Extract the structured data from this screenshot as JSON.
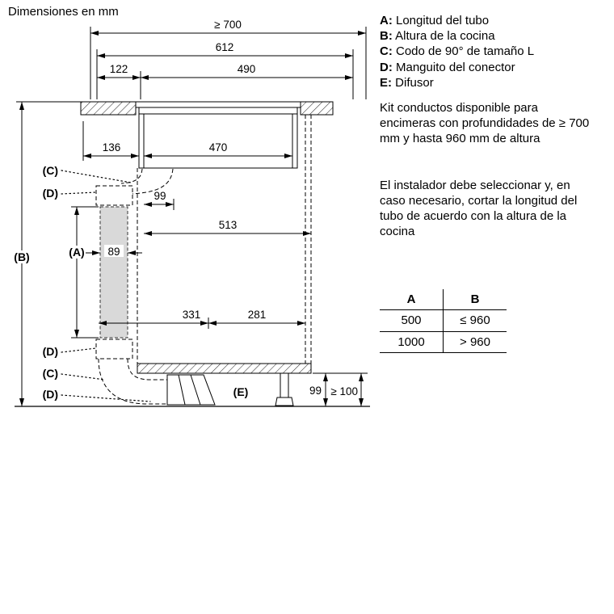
{
  "page": {
    "title": "Dimensiones en mm"
  },
  "legend": {
    "items": [
      {
        "key": "A:",
        "label": "Longitud del tubo"
      },
      {
        "key": "B:",
        "label": "Altura de la cocina"
      },
      {
        "key": "C:",
        "label": "Codo de 90° de tamaño L"
      },
      {
        "key": "D:",
        "label": "Manguito del conector"
      },
      {
        "key": "E:",
        "label": "Difusor"
      }
    ]
  },
  "notes": {
    "note1": "Kit conductos disponible para encimeras con profundidades de ≥ 700 mm y hasta 960 mm de altura",
    "note2": "El instalador debe seleccionar y, en caso necesario, cortar la longitud del tubo de acuerdo con la altura de la cocina"
  },
  "table": {
    "headers": [
      "A",
      "B"
    ],
    "rows": [
      [
        "500",
        "≤ 960"
      ],
      [
        "1000",
        "> 960"
      ]
    ]
  },
  "diagram": {
    "dims": {
      "top_width": "≥ 700",
      "d612": "612",
      "d122": "122",
      "d490": "490",
      "d136": "136",
      "d470": "470",
      "d99_top": "99",
      "d513": "513",
      "d89": "89",
      "d331": "331",
      "d281": "281",
      "d99_bottom": "99",
      "min_clearance": "≥ 100"
    },
    "labels": {
      "A": "(A)",
      "B": "(B)",
      "C": "(C)",
      "D": "(D)",
      "E": "(E)"
    }
  }
}
